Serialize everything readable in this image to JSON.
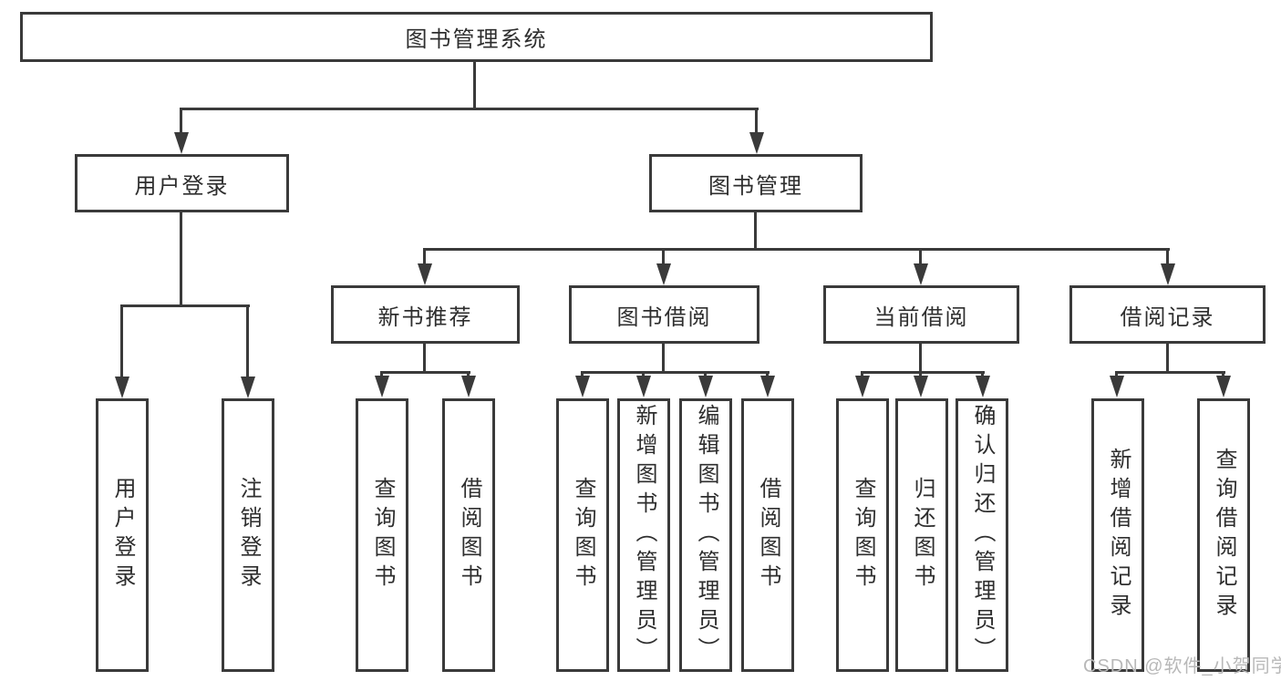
{
  "diagram": {
    "root": {
      "label": "图书管理系统"
    },
    "level2": [
      {
        "label": "用户登录"
      },
      {
        "label": "图书管理"
      }
    ],
    "level3": [
      {
        "label": "新书推荐",
        "parent": "图书管理"
      },
      {
        "label": "图书借阅",
        "parent": "图书管理"
      },
      {
        "label": "当前借阅",
        "parent": "图书管理"
      },
      {
        "label": "借阅记录",
        "parent": "图书管理"
      }
    ],
    "leaves": [
      {
        "label": "用户登录",
        "parent": "用户登录"
      },
      {
        "label": "注销登录",
        "parent": "用户登录"
      },
      {
        "label": "查询图书",
        "parent": "新书推荐"
      },
      {
        "label": "借阅图书",
        "parent": "新书推荐"
      },
      {
        "label": "查询图书",
        "parent": "图书借阅"
      },
      {
        "label": "新增图书（管理员）",
        "parent": "图书借阅"
      },
      {
        "label": "编辑图书（管理员）",
        "parent": "图书借阅"
      },
      {
        "label": "借阅图书",
        "parent": "图书借阅"
      },
      {
        "label": "查询图书",
        "parent": "当前借阅"
      },
      {
        "label": "归还图书",
        "parent": "当前借阅"
      },
      {
        "label": "确认归还（管理员）",
        "parent": "当前借阅"
      },
      {
        "label": "新增借阅记录",
        "parent": "借阅记录"
      },
      {
        "label": "查询借阅记录",
        "parent": "借阅记录"
      }
    ]
  },
  "watermark": {
    "text": "CSDN @软件_小贺同学"
  },
  "colors": {
    "line": "#3a3a3a",
    "box_border": "#3a3a3a",
    "text": "#2e2e2e",
    "background": "#ffffff",
    "watermark": "#b8b8b8"
  }
}
